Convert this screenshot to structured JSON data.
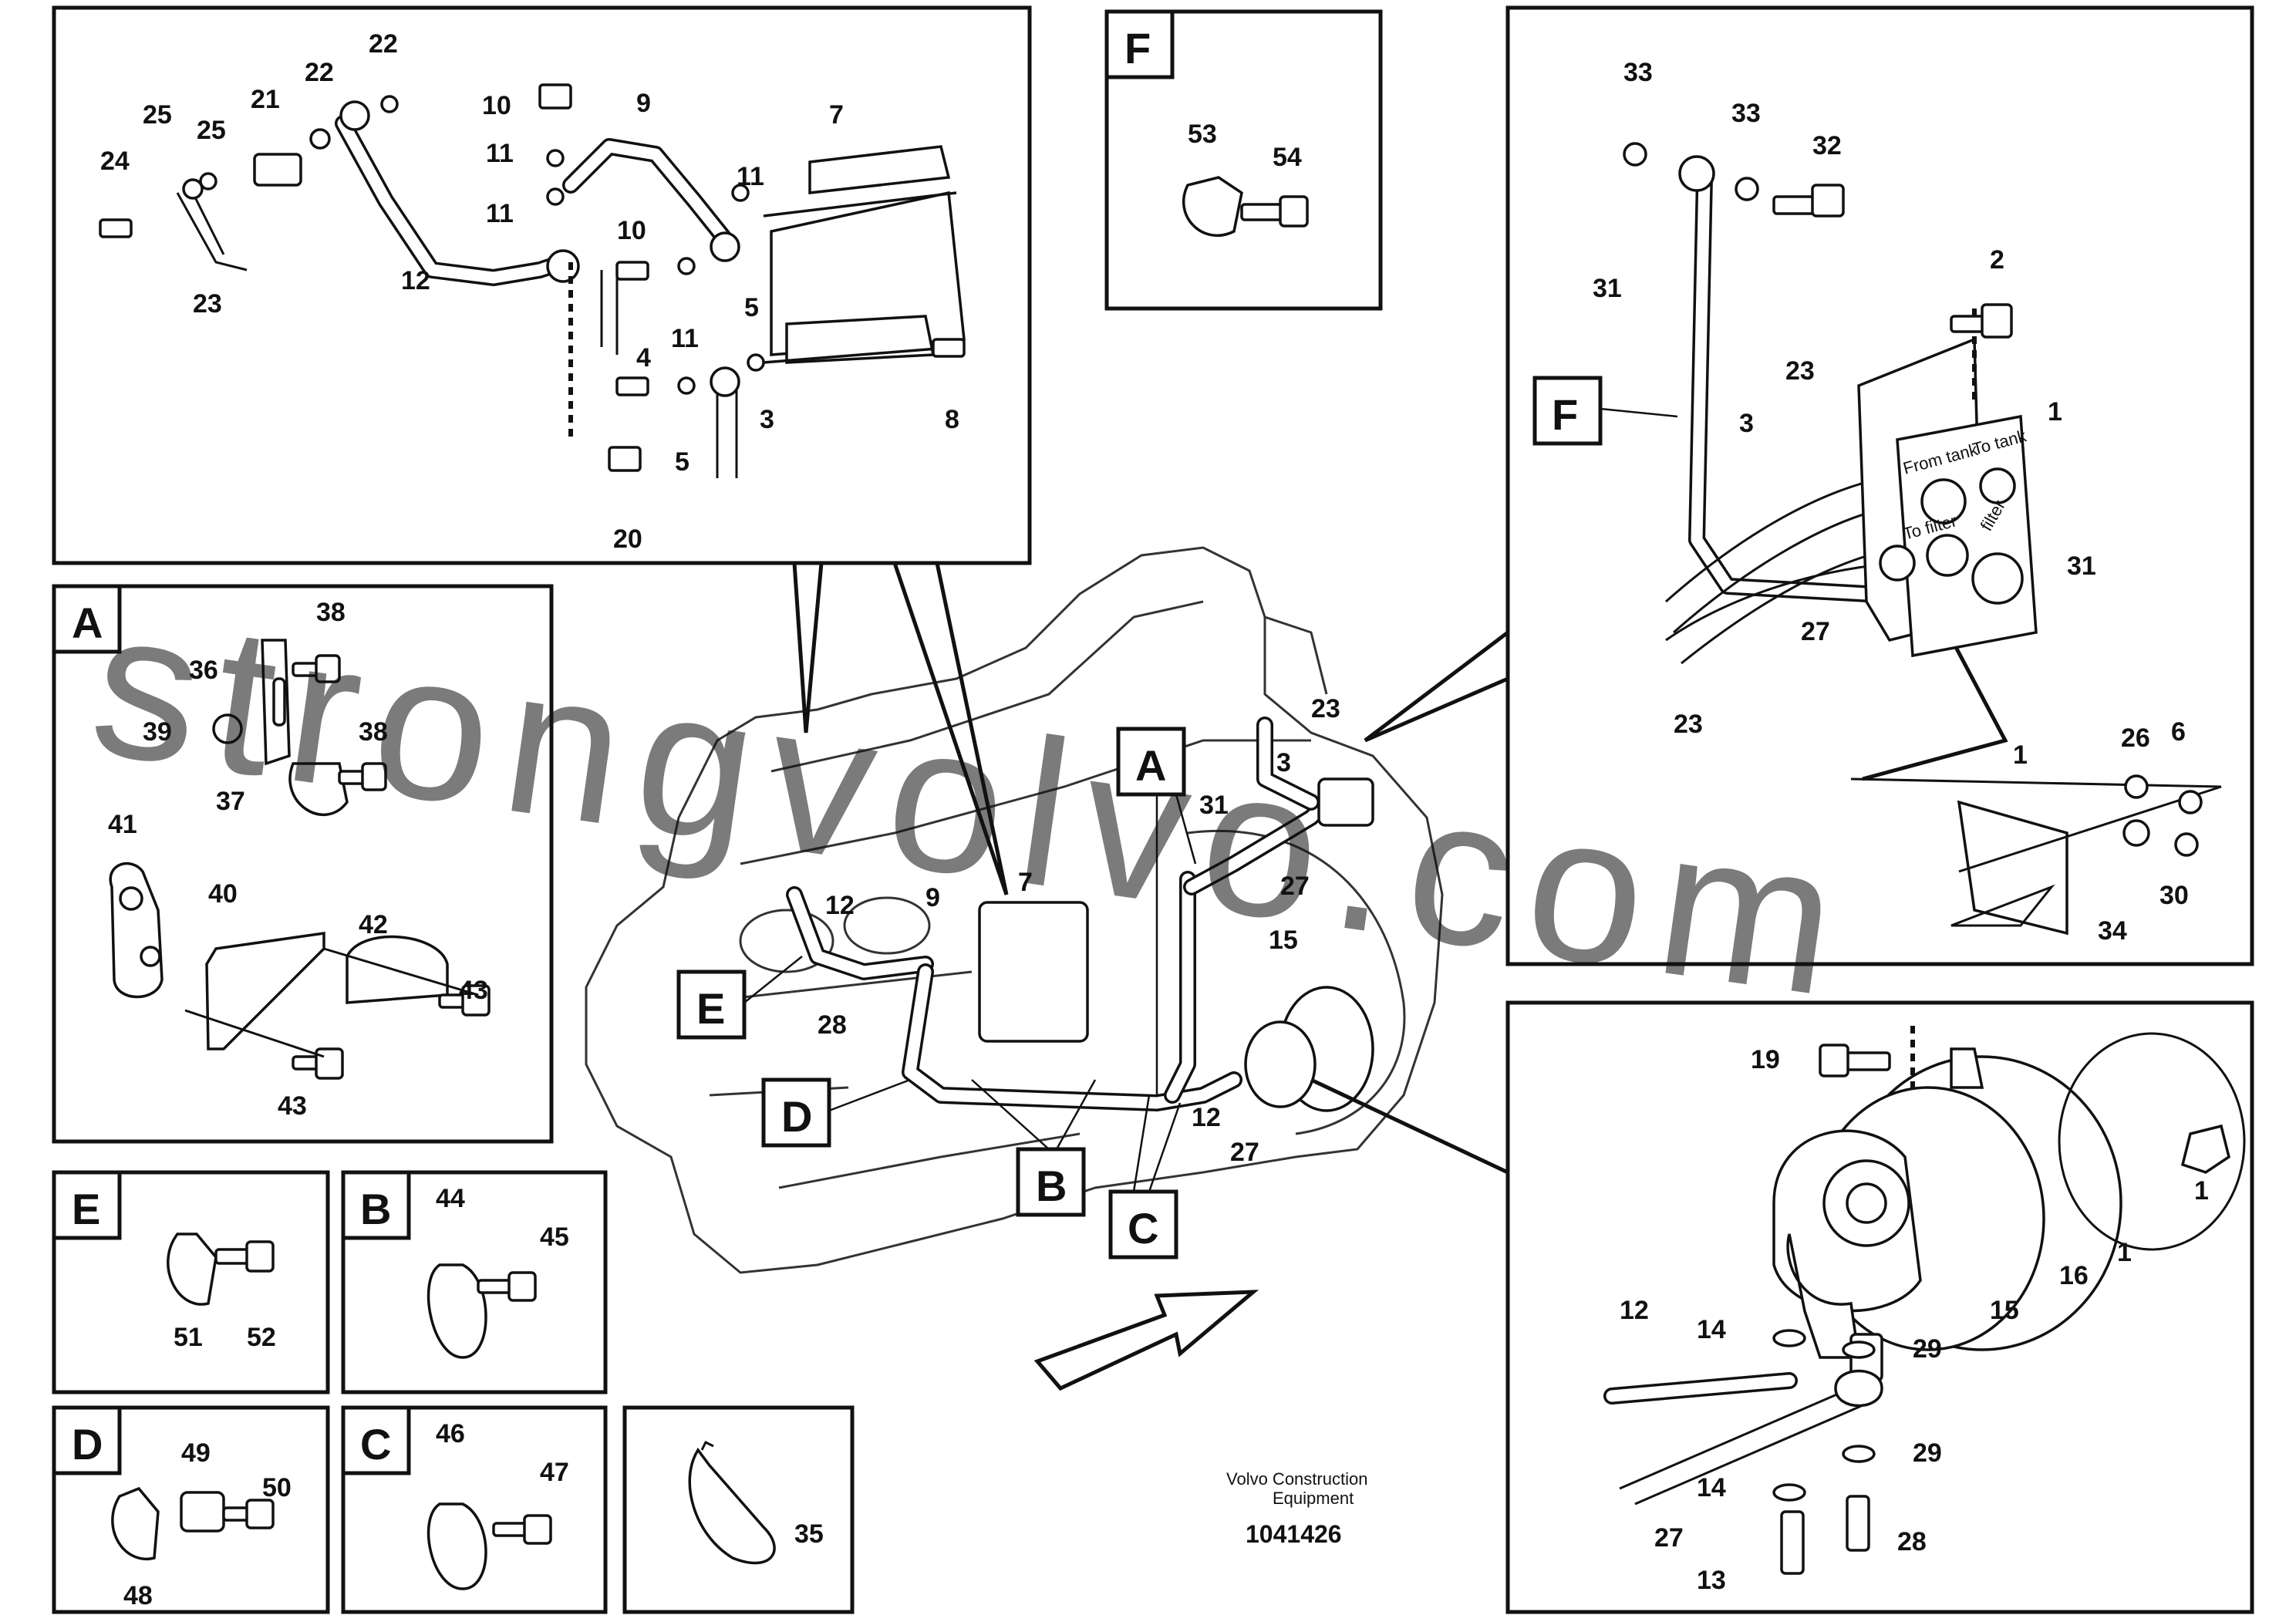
{
  "view_letters": [
    "A",
    "B",
    "C",
    "D",
    "E",
    "F"
  ],
  "caption": {
    "line1": "Volvo Construction",
    "line2": "Equipment",
    "doc_number": "1041426"
  },
  "watermark": "strongvolvo.com",
  "callouts": {
    "top_left": [
      "22",
      "25",
      "21",
      "22",
      "24",
      "25",
      "23",
      "12",
      "10",
      "11",
      "11",
      "9",
      "7",
      "10",
      "11",
      "11",
      "5",
      "4",
      "5",
      "3",
      "8",
      "20"
    ],
    "top_middle": [
      "53",
      "54"
    ],
    "top_right": [
      "33",
      "33",
      "32",
      "2",
      "31",
      "23",
      "1",
      "3",
      "31",
      "27",
      "23",
      "26",
      "6",
      "1",
      "34",
      "30"
    ],
    "left_a": [
      "38",
      "36",
      "39",
      "38",
      "37",
      "41",
      "40",
      "42",
      "43",
      "43"
    ],
    "engine": [
      "23",
      "3",
      "31",
      "27",
      "7",
      "9",
      "12",
      "15",
      "12",
      "27",
      "28"
    ],
    "bottom_right": [
      "19",
      "1",
      "1",
      "16",
      "15",
      "12",
      "14",
      "29",
      "29",
      "14",
      "27",
      "28",
      "13"
    ],
    "e": [
      "51",
      "52"
    ],
    "b": [
      "44",
      "45"
    ],
    "d": [
      "49",
      "50",
      "48"
    ],
    "c": [
      "46",
      "47"
    ],
    "loose": [
      "35"
    ]
  },
  "labels_on_block": {
    "from_tank": "From tank",
    "to_tank": "To tank",
    "to_filter": "To filter",
    "filter": "filter"
  }
}
